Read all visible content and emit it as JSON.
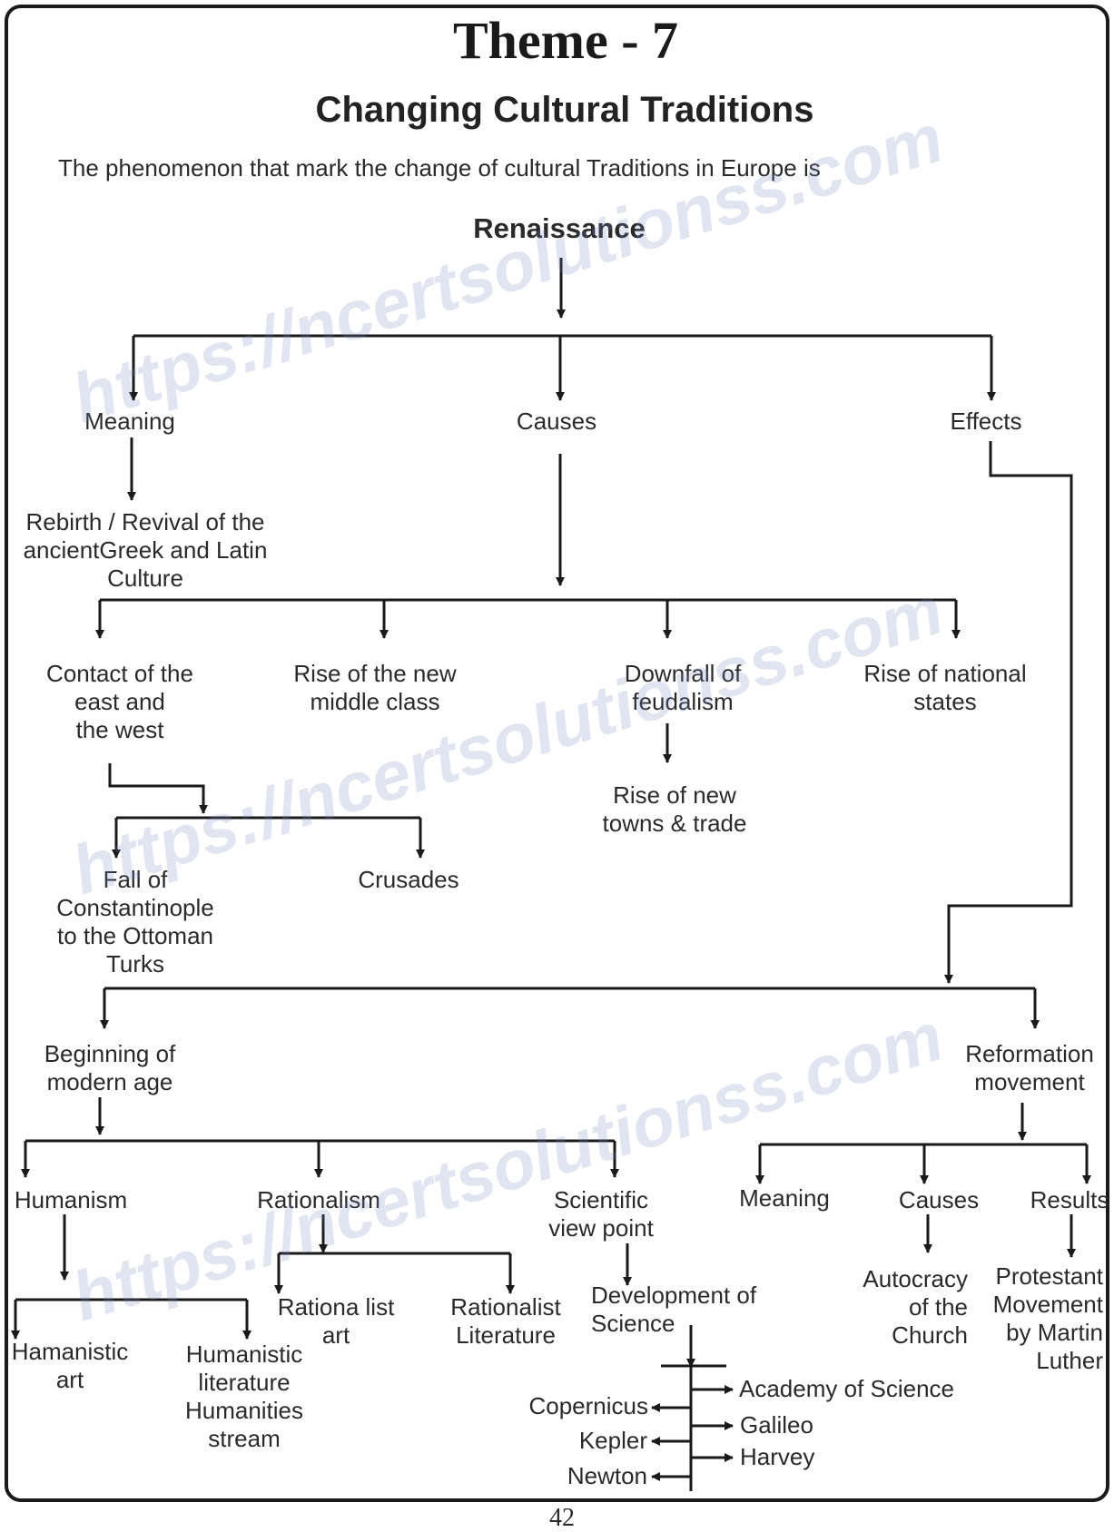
{
  "header": {
    "theme": "Theme - 7",
    "subtitle": "Changing Cultural Traditions",
    "intro": "The phenomenon that  mark  the change of cultural Traditions in Europe is"
  },
  "watermark": "https://ncertsolutionss.com",
  "page_number": "42",
  "nodes": {
    "renaissance": "Renaissance",
    "meaning": "Meaning",
    "causes": "Causes",
    "effects": "Effects",
    "meaning_def": "Rebirth / Revival of the\nancientGreek and Latin\nCulture",
    "contact": "Contact of the\neast and\nthe west",
    "middle_class": "Rise of the new\nmiddle class",
    "feudalism": "Downfall of\nfeudalism",
    "national_states": "Rise of national\nstates",
    "towns_trade": "Rise of new\ntowns & trade",
    "constantinople": "Fall of\nConstantinople\nto the Ottoman\nTurks",
    "crusades": "Crusades",
    "modern_age": "Beginning of\nmodern age",
    "reformation": "Reformation\nmovement",
    "humanism": "Humanism",
    "rationalism": "Rationalism",
    "scientific": "Scientific\nview point",
    "ref_meaning": "Meaning",
    "ref_causes": "Causes",
    "ref_results": "Results",
    "humanistic_art": "Hamanistic\nart",
    "humanistic_lit": "Humanistic\nliterature\nHumanities\nstream",
    "rationalist_art": "Rationa list\nart",
    "rationalist_lit": "Rationalist\nLiterature",
    "dev_science": "Development of\nScience",
    "autocracy": "Autocracy\nof the\nChurch",
    "protestant": "Protestant\nMovement\nby Martin\nLuther",
    "copernicus": "Copernicus",
    "kepler": "Kepler",
    "newton": "Newton",
    "academy": "Academy of Science",
    "galileo": "Galileo",
    "harvey": "Harvey"
  }
}
